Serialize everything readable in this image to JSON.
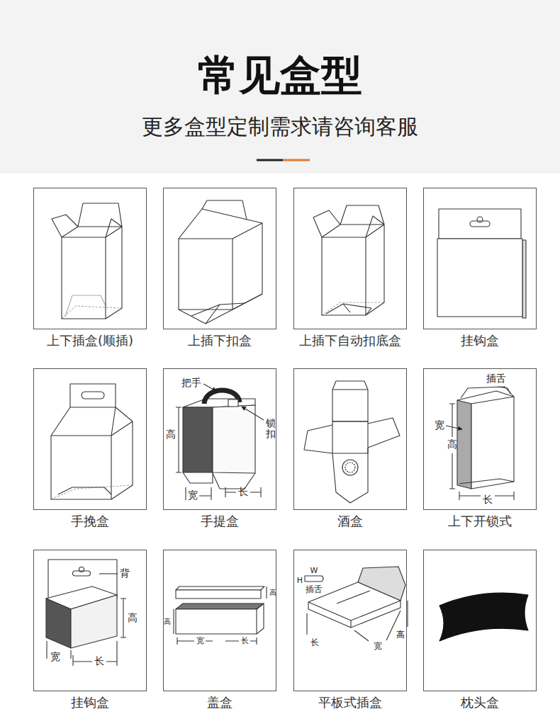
{
  "diagram": {
    "title": "常见盒型",
    "nodes": [
      {
        "text": [
          "上下插盒(顺插)"
        ]
      },
      {
        "text": [
          "上插下扣盒"
        ]
      },
      {
        "text": [
          "上插下自动扣底盒"
        ]
      },
      {
        "text": [
          "挂钩盒"
        ]
      },
      {
        "text": [
          "手挽盒"
        ]
      },
      {
        "text": [
          "手提盒"
        ]
      },
      {
        "text": [
          "酒盒"
        ]
      },
      {
        "text": [
          "上下开锁式"
        ]
      },
      {
        "text": [
          "挂钩盒"
        ]
      },
      {
        "text": [
          "盖盒"
        ]
      },
      {
        "text": [
          "平板式插盒"
        ]
      },
      {
        "text": [
          "枕头盒"
        ]
      }
    ],
    "labels": [
      "更多盒型定制需求请咨询客服",
      "把手",
      "锁扣",
      "高",
      "宽",
      "长",
      "插舌",
      "宽",
      "高",
      "长",
      "背",
      "高",
      "宽",
      "长",
      "高",
      "高",
      "宽",
      "长",
      "W",
      "H",
      "插舌",
      "长",
      "宽",
      "高"
    ]
  }
}
